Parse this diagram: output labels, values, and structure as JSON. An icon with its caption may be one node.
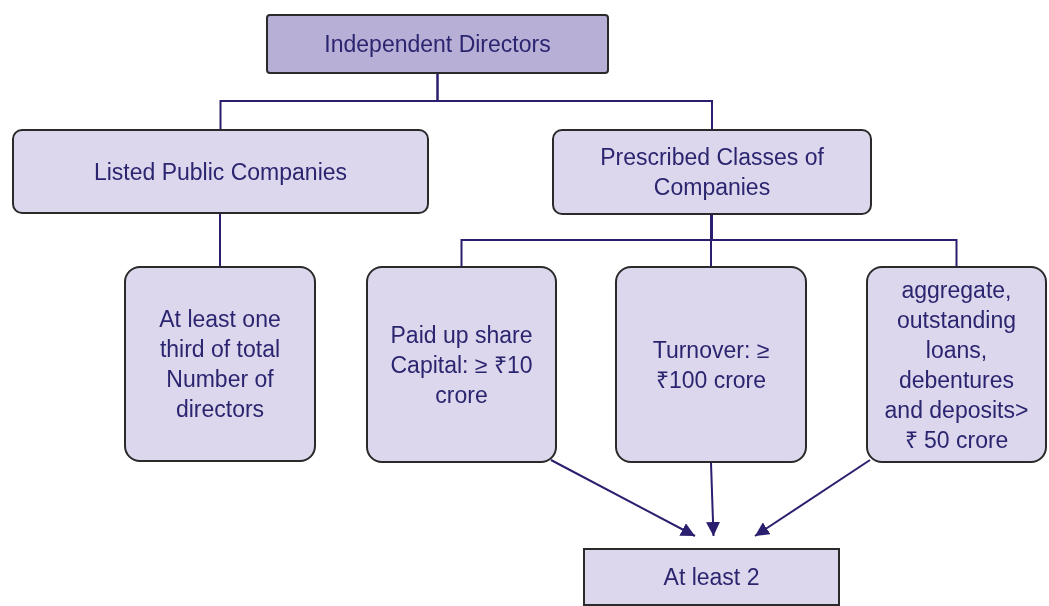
{
  "diagram": {
    "nodes": [
      {
        "text": [
          "Independent Directors"
        ]
      },
      {
        "text": [
          "Listed Public Companies"
        ]
      },
      {
        "text": [
          "Prescribed Classes of Companies"
        ]
      },
      {
        "text": [
          "At least one third of total Number of directors"
        ]
      },
      {
        "text": [
          "Paid up share Capital: ≥ ₹10 crore"
        ]
      },
      {
        "text": [
          "Turnover:  ≥ ₹100 crore"
        ]
      },
      {
        "text": [
          "aggregate, outstanding loans, debentures and deposits> ₹ 50 crore"
        ]
      },
      {
        "text": [
          "At least 2"
        ]
      }
    ],
    "edges": [
      {
        "from": 0,
        "to": 1,
        "arrow": "none"
      },
      {
        "from": 0,
        "to": 2,
        "arrow": "none"
      },
      {
        "from": 1,
        "to": 3,
        "arrow": "none"
      },
      {
        "from": 2,
        "to": 4,
        "arrow": "none"
      },
      {
        "from": 2,
        "to": 5,
        "arrow": "none"
      },
      {
        "from": 2,
        "to": 6,
        "arrow": "none"
      },
      {
        "from": 4,
        "to": 7,
        "arrow": "to"
      },
      {
        "from": 5,
        "to": 7,
        "arrow": "to"
      },
      {
        "from": 6,
        "to": 7,
        "arrow": "to"
      }
    ]
  }
}
